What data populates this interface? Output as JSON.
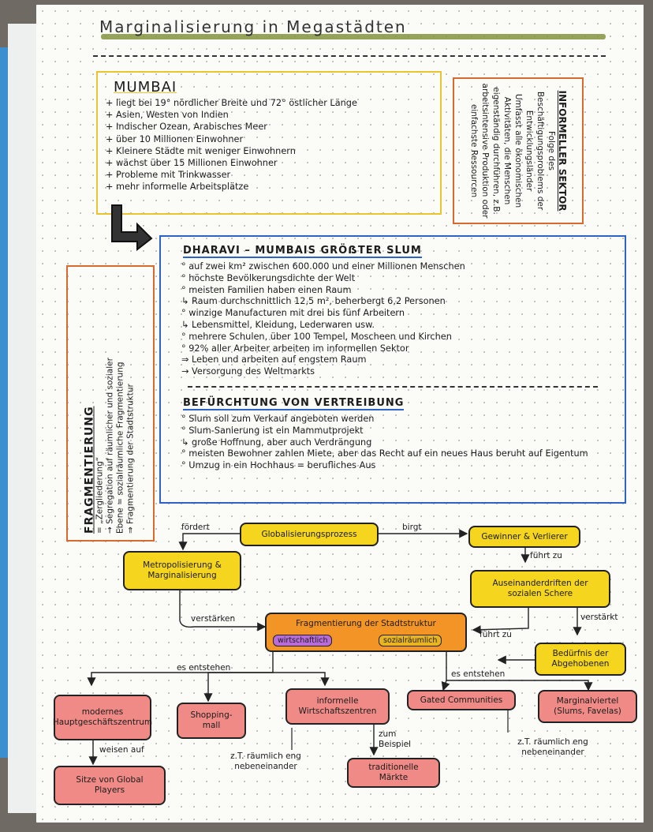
{
  "title": "Marginalisierung in Megastädten",
  "mumbai": {
    "heading": "MUMBAI",
    "items": [
      "+ liegt bei 19° nördlicher Breite und 72° östlicher Länge",
      "+ Asien, Westen von Indien",
      "+ Indischer Ozean, Arabisches Meer",
      "+ über 10 Millionen Einwohner",
      "+ Kleinere Städte mit weniger Einwohnern",
      "+ wächst über 15 Millionen Einwohner",
      "+ Probleme mit Trinkwasser",
      "+ mehr informelle Arbeitsplätze"
    ]
  },
  "informeller_sektor": {
    "heading": "INFORMELLER SEKTOR",
    "lines": [
      "Folge des Beschäftigungsproblems der Entwicklungsländer",
      "Umfasst alle ökonomischen Aktivitäten, die Menschen eigenständig durchführen, z.B. arbeitsintensive Produktion oder einfachste Ressourcen"
    ]
  },
  "dharavi": {
    "heading": "DHARAVI – MUMBAIS GRÖẞTER SLUM",
    "items": [
      "° auf zwei km² zwischen 600.000 und einer Millionen Menschen",
      "° höchste Bevölkerungsdichte der Welt",
      "° meisten Familien haben einen Raum",
      "↳ Raum durchschnittlich 12,5 m², beherbergt 6,2 Personen",
      "° winzige Manufacturen mit drei bis fünf Arbeitern",
      "↳ Lebensmittel, Kleidung, Lederwaren usw.",
      "° mehrere Schulen, über 100 Tempel, Moscheen und Kirchen",
      "° 92% aller Arbeiter arbeiten im informellen Sektor",
      "⇒ Leben und arbeiten auf engstem Raum",
      "→ Versorgung des Weltmarkts"
    ],
    "heading2": "BEFÜRCHTUNG VON VERTREIBUNG",
    "items2": [
      "° Slum soll zum Verkauf angeboten werden",
      "° Slum-Sanierung ist ein Mammutprojekt",
      "↳ große Hoffnung, aber auch Verdrängung",
      "° meisten Bewohner zahlen Miete, aber das Recht auf ein neues Haus beruht auf Eigentum",
      "° Umzug in ein Hochhaus = berufliches Aus"
    ]
  },
  "fragmentierung": {
    "heading": "FRAGMENTIERUNG",
    "lines": [
      "= „Zergliederung“",
      "→ Segregation auf räumlicher und sozialer",
      "Ebene = sozialräumliche Fragmentierung",
      "⇒ Fragmentierung der Stadtstruktur"
    ]
  },
  "diagram": {
    "globalisierung": "Globalisierungsprozess",
    "gewinner": "Gewinner & Verlierer",
    "metropolisierung": "Metropolisierung & Marginalisierung",
    "auseinander": "Auseinanderdriften der sozialen Schere",
    "fragmentierung": "Fragmentierung der Stadtstruktur",
    "tag_wirtschaftlich": "wirtschaftlich",
    "tag_sozial": "sozialräumlich",
    "beduerfnis": "Bedürfnis der Abgehobenen",
    "modernes": "modernes Hauptgeschäftszentrum",
    "shopping": "Shopping-mall",
    "informelle": "informelle Wirtschaftszentren",
    "gated": "Gated Communities",
    "marginal": "Marginalviertel (Slums, Favelas)",
    "sitze": "Sitze von Global Players",
    "traditionelle": "traditionelle Märkte",
    "l_fordert": "fördert",
    "l_birgt": "birgt",
    "l_fuehrt1": "führt zu",
    "l_verstaerken": "verstärken",
    "l_fuehrt2": "führt zu",
    "l_verstaerkt": "verstärkt",
    "l_es1": "es entstehen",
    "l_es2": "es entstehen",
    "l_weisen": "weisen auf",
    "l_zum": "zum Beispiel",
    "l_zt1": "z.T. räumlich eng nebeneinander",
    "l_zt2": "z.T. räumlich eng nebeneinander"
  }
}
